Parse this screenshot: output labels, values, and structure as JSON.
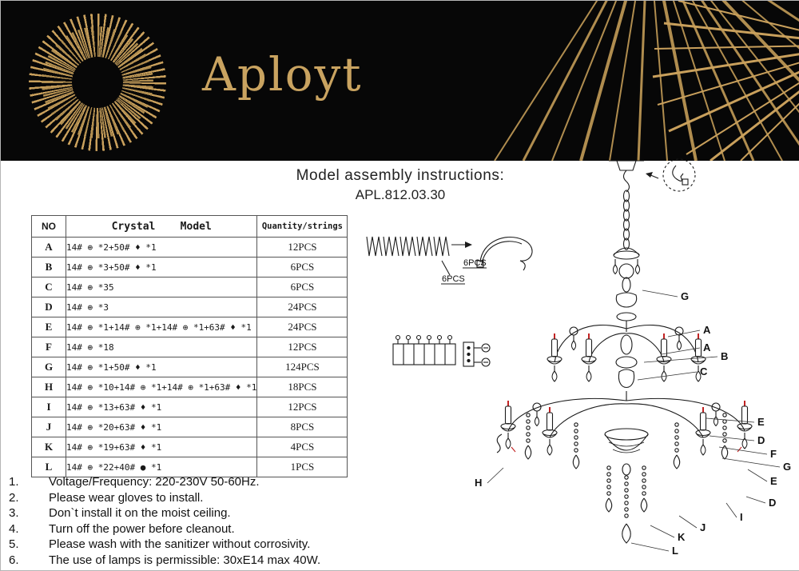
{
  "header": {
    "brand": "Aployt"
  },
  "title": {
    "line1": "Model assembly instructions:",
    "line2": "APL.812.03.30"
  },
  "table": {
    "headers": [
      "NO",
      "Crystal    Model",
      "Quantity/strings"
    ],
    "rows": [
      {
        "no": "A",
        "crystal": "14# ⊕ *2+50# ♦ *1",
        "qty": "12PCS"
      },
      {
        "no": "B",
        "crystal": "14# ⊕ *3+50# ♦ *1",
        "qty": "6PCS"
      },
      {
        "no": "C",
        "crystal": "14# ⊕ *35",
        "qty": "6PCS"
      },
      {
        "no": "D",
        "crystal": "14# ⊕ *3",
        "qty": "24PCS"
      },
      {
        "no": "E",
        "crystal": "14# ⊕ *1+14# ⊕ *1+14# ⊕ *1+63# ♦ *1",
        "qty": "24PCS"
      },
      {
        "no": "F",
        "crystal": "14# ⊕ *18",
        "qty": "12PCS"
      },
      {
        "no": "G",
        "crystal": "14# ⊕ *1+50# ♦ *1",
        "qty": "124PCS"
      },
      {
        "no": "H",
        "crystal": "14# ⊕ *10+14# ⊕ *1+14# ⊕ *1+63# ♦ *1",
        "qty": "18PCS"
      },
      {
        "no": "I",
        "crystal": "14# ⊕ *13+63# ♦ *1",
        "qty": "12PCS"
      },
      {
        "no": "J",
        "crystal": "14# ⊕ *20+63# ♦ *1",
        "qty": "8PCS"
      },
      {
        "no": "K",
        "crystal": "14# ⊕ *19+63# ♦ *1",
        "qty": "4PCS"
      },
      {
        "no": "L",
        "crystal": "14# ⊕ *22+40# ● *1",
        "qty": "1PCS"
      }
    ]
  },
  "notes": [
    {
      "num": "1.",
      "text": "Voltage/Frequency: 220-230V 50-60Hz."
    },
    {
      "num": "2.",
      "text": "Please wear gloves to install."
    },
    {
      "num": "3.",
      "text": "Don`t install it on the moist ceiling."
    },
    {
      "num": "4.",
      "text": "Turn off the power before cleanout."
    },
    {
      "num": "5.",
      "text": "Please wash with the sanitizer without corrosivity."
    },
    {
      "num": "6.",
      "text": "The use of lamps is permissible: 30xE14 max 40W."
    }
  ],
  "diagram": {
    "labels": [
      "G",
      "A",
      "A",
      "B",
      "C",
      "E",
      "D",
      "F",
      "G",
      "E",
      "D",
      "I",
      "J",
      "K",
      "L",
      "H"
    ],
    "pcs1": "6PCS",
    "pcs2": "6PCS",
    "colors": {
      "line": "#1b1b1b",
      "accent_red": "#c22222",
      "gold": "#c9a05c"
    }
  }
}
